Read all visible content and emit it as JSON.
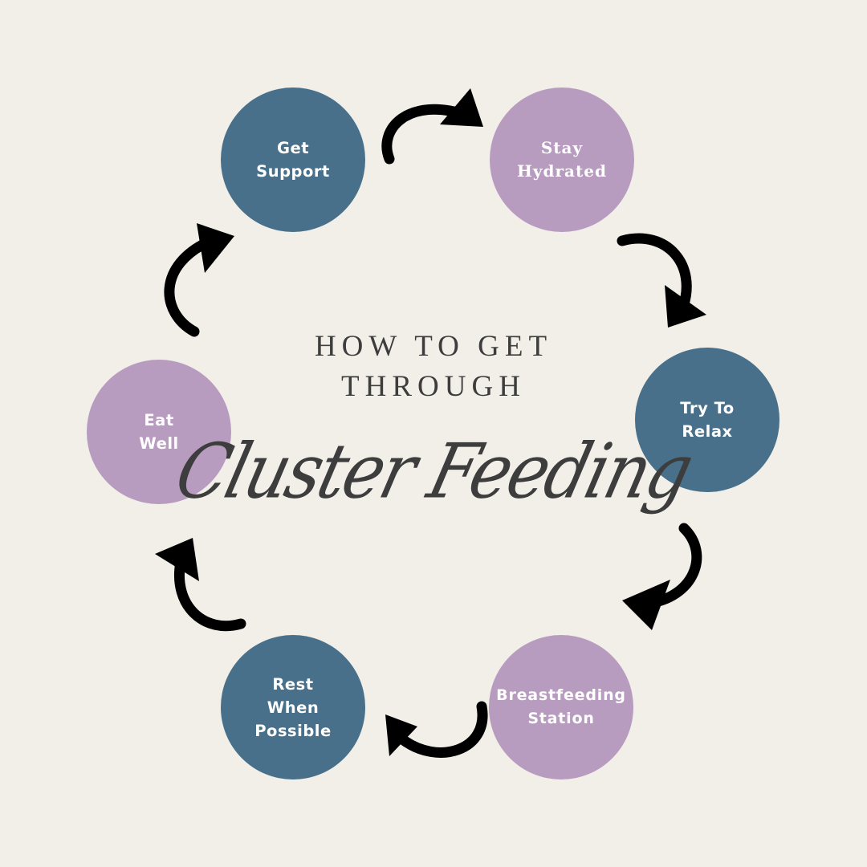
{
  "colors": {
    "background": "#f1efe8",
    "blue": "#48708a",
    "purple": "#b89cc0",
    "text_dark": "#3d3d3d",
    "arrow": "#000000"
  },
  "title": {
    "line1": "HOW TO GET",
    "line2": "THROUGH",
    "script": "Cluster Feeding"
  },
  "steps": [
    {
      "lines": [
        "Get",
        "Support"
      ],
      "color": "blue"
    },
    {
      "lines": [
        "Stay",
        "Hydrated"
      ],
      "color": "purple"
    },
    {
      "lines": [
        "Try To",
        "Relax"
      ],
      "color": "blue"
    },
    {
      "lines": [
        "Breastfeeding",
        "Station"
      ],
      "color": "purple"
    },
    {
      "lines": [
        "Rest",
        "When",
        "Possible"
      ],
      "color": "blue"
    },
    {
      "lines": [
        "Eat",
        "Well"
      ],
      "color": "purple"
    }
  ],
  "connector_icon": "curved-arrow-icon",
  "flow_direction": "clockwise"
}
